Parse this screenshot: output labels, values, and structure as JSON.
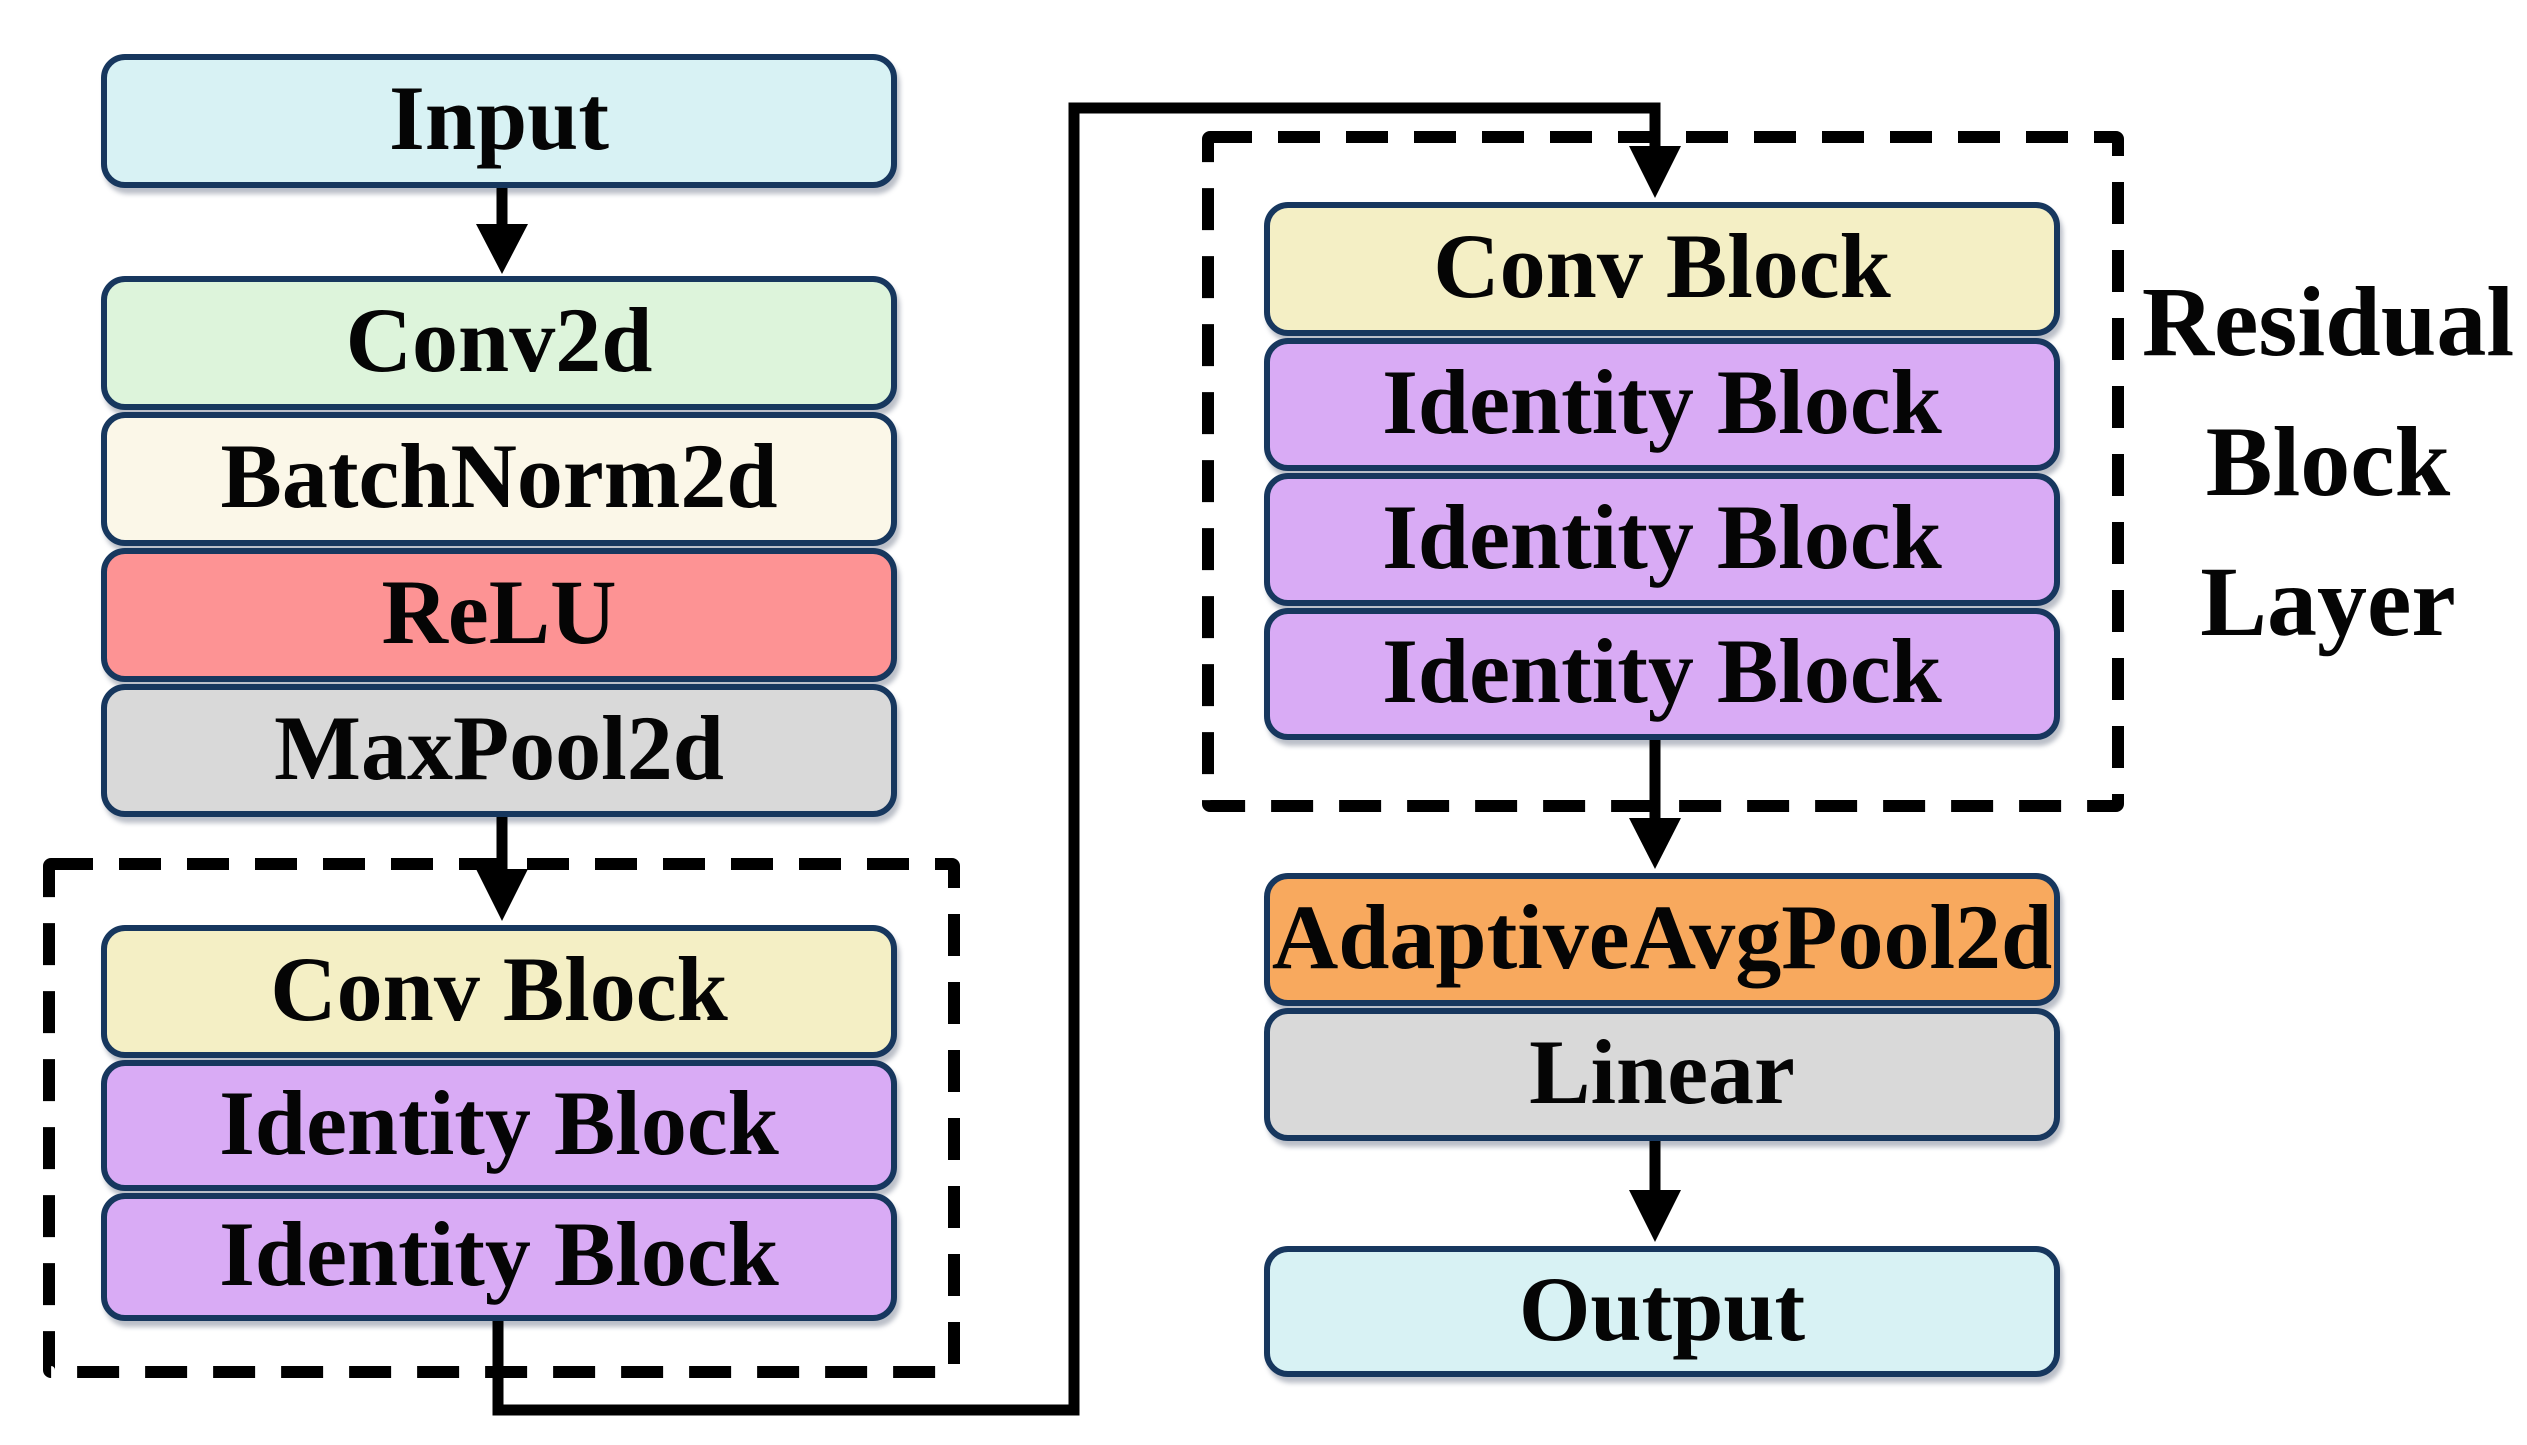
{
  "colors": {
    "background": "#FFFFFF",
    "box-border": "#17375E",
    "line-color": "#000000",
    "io-fill": "#D8F2F4",
    "conv-fill": "#DDF4DB",
    "norm-fill": "#FBF7E8",
    "relu-fill": "#FD9394",
    "pool-fill": "#D9D9D9",
    "convblock-fill": "#F4EFC5",
    "identity-fill": "#D9ABF5",
    "adaptive-fill": "#F8A95E"
  },
  "blocks": {
    "input": {
      "label": "Input"
    },
    "conv2d": {
      "label": "Conv2d"
    },
    "batchnorm2d": {
      "label": "BatchNorm2d"
    },
    "relu": {
      "label": "ReLU"
    },
    "maxpool2d": {
      "label": "MaxPool2d"
    },
    "conv_block_left": {
      "label": "Conv Block"
    },
    "identity_block_left_1": {
      "label": "Identity Block"
    },
    "identity_block_left_2": {
      "label": "Identity Block"
    },
    "conv_block_right": {
      "label": "Conv Block"
    },
    "identity_block_right_1": {
      "label": "Identity Block"
    },
    "identity_block_right_2": {
      "label": "Identity Block"
    },
    "identity_block_right_3": {
      "label": "Identity Block"
    },
    "adaptive_avg_pool2d": {
      "label": "AdaptiveAvgPool2d"
    },
    "linear": {
      "label": "Linear"
    },
    "output": {
      "label": "Output"
    }
  },
  "annotations": {
    "residual_block_layer": "Residual\nBlock\nLayer"
  }
}
